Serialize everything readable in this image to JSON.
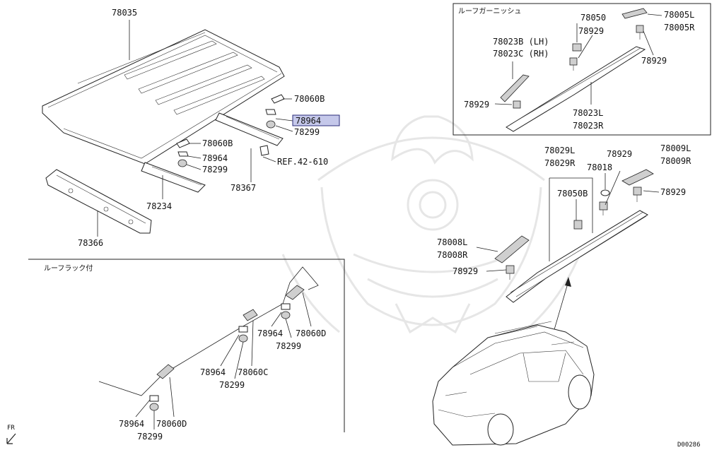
{
  "inset_titles": {
    "roof_garnish": "ルーフガーニッシュ",
    "roof_rack": "ルーフラック付"
  },
  "labels": {
    "p78035": "78035",
    "p78060B_a": "78060B",
    "p78964_hl": "78964",
    "p78299_a": "78299",
    "p78060B_b": "78060B",
    "p78964_b": "78964",
    "p78299_b": "78299",
    "ref": "REF.42-610",
    "p78367": "78367",
    "p78234": "78234",
    "p78366": "78366",
    "p78050": "78050",
    "p78929_a": "78929",
    "p78005L": "78005L",
    "p78005R": "78005R",
    "p78023B": "78023B (LH)",
    "p78023C": "78023C (RH)",
    "p78929_b": "78929",
    "p78929_c": "78929",
    "p78023L": "78023L",
    "p78023R": "78023R",
    "p78029L": "78029L",
    "p78029R": "78029R",
    "p78929_d": "78929",
    "p78009L": "78009L",
    "p78009R": "78009R",
    "p78018": "78018",
    "p78050B": "78050B",
    "p78929_e": "78929",
    "p78008L": "78008L",
    "p78008R": "78008R",
    "p78929_f": "78929",
    "p78964_c": "78964",
    "p78060D_a": "78060D",
    "p78299_c": "78299",
    "p78964_d": "78964",
    "p78060C": "78060C",
    "p78299_d": "78299",
    "p78964_e": "78964",
    "p78060D_b": "78060D",
    "p78299_e": "78299",
    "fr": "FR",
    "diagram_id": "D00286"
  },
  "colors": {
    "line": "#222222",
    "highlight_fill": "#c5c8ea",
    "highlight_border": "#2b2d7a",
    "watermark": "#e6e6e6"
  },
  "icons": {
    "front_arrow": "arrow-down-left-icon",
    "watermark": "samurai-helmet-watermark"
  }
}
